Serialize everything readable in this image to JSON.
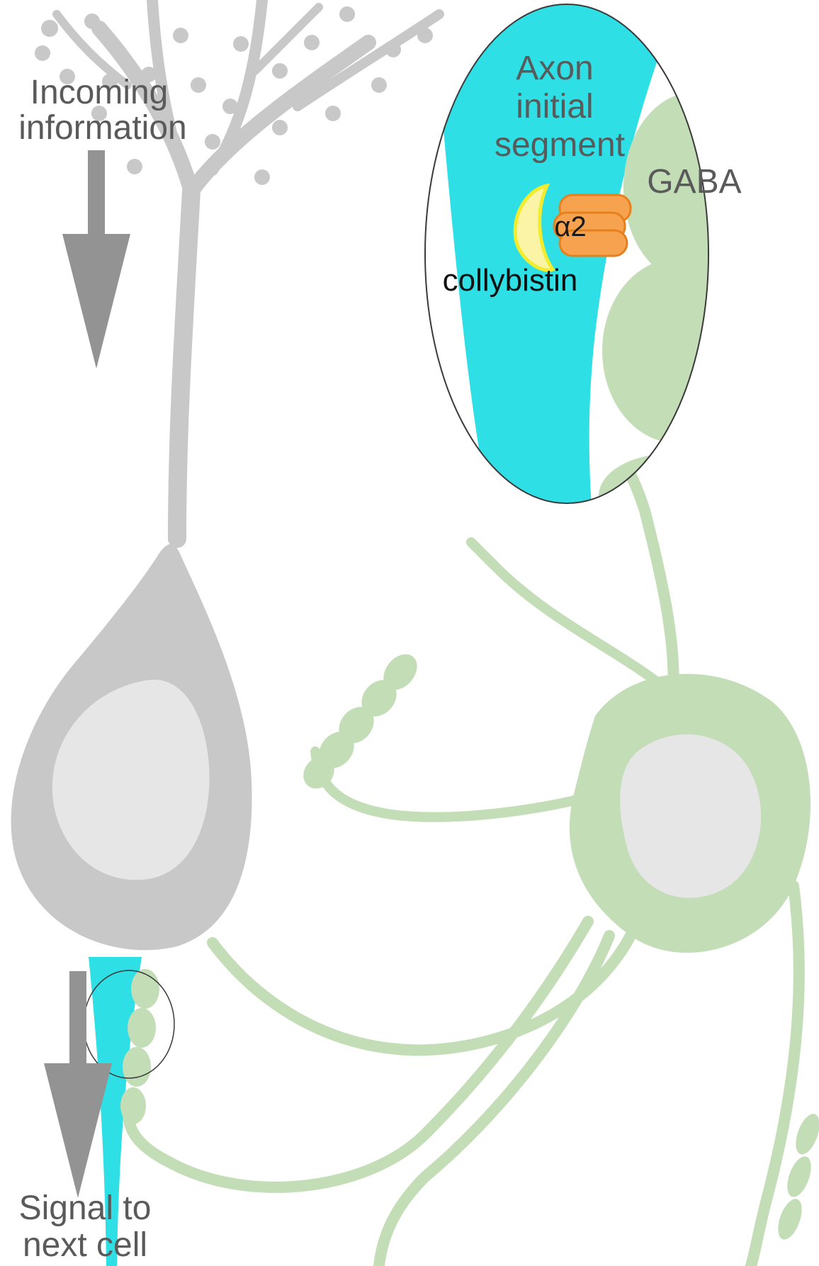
{
  "labels": {
    "incoming": [
      "Incoming",
      "information"
    ],
    "signal": [
      "Signal to",
      "next cell"
    ],
    "axon_initial_segment": [
      "Axon",
      "initial",
      "segment"
    ],
    "gaba": "GABA",
    "receptor": "α2",
    "collybistin": "collybistin"
  },
  "colors": {
    "neuron_gray": "#c8c8c8",
    "nucleus_gray": "#e6e6e6",
    "arrow_gray": "#939393",
    "text_gray": "#5a5a5a",
    "ais_cyan": "#2fdfe6",
    "interneuron_green": "#c3ddb6",
    "collybistin_fill": "#fbf4a6",
    "collybistin_edge": "#f2ec2e",
    "receptor_fill": "#f6a24f",
    "receptor_edge": "#e6801e",
    "outline": "#3a3a3a"
  },
  "icons": [
    "down-arrow-icon",
    "down-arrow-icon"
  ]
}
